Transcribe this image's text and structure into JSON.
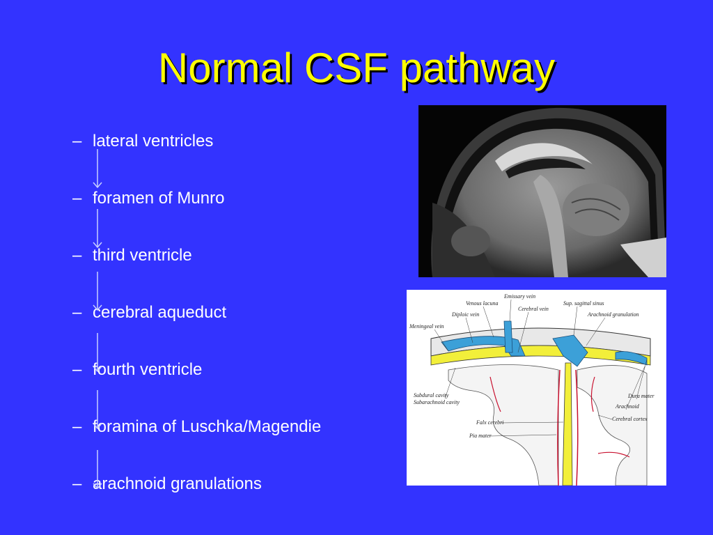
{
  "slide": {
    "title": "Normal CSF pathway",
    "bullet_marker": "–",
    "bullets": [
      "lateral ventricles",
      "foramen of Munro",
      "third ventricle",
      "cerebral aqueduct",
      "fourth ventricle",
      "foramina of Luschka/Magendie",
      "arachnoid granulations"
    ]
  },
  "anatomy_labels": {
    "emissary_vein": "Emissary vein",
    "venous_lacuna": "Venous lacuna",
    "cerebral_vein": "Cerebral vein",
    "sup_sagittal_sinus": "Sup. sagittal sinus",
    "diploic_vein": "Diploic vein",
    "arachnoid_granulation": "Arachnoid granulation",
    "meningeal_vein": "Meningeal vein",
    "subdural_cavity": "Subdural cavity",
    "subarachnoid_cavity": "Subarachnoid cavity",
    "dura_mater": "Dura mater",
    "arachnoid": "Arachnoid",
    "falx_cerebri": "Falx cerebri",
    "cerebral_cortex": "Cerebral cortex",
    "pia_mater": "Pia mater"
  },
  "colors": {
    "background": "#3333ff",
    "title": "#ffff00",
    "text": "#ffffff",
    "arrow": "#c8d0ff"
  }
}
